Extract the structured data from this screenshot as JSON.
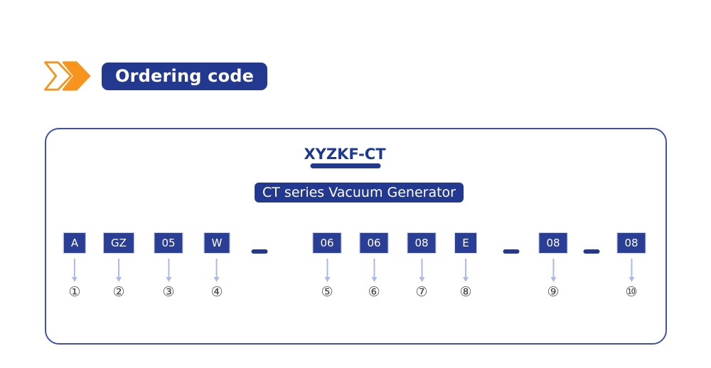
{
  "section_header": {
    "label": "Ordering code",
    "icon": "double-chevron-right",
    "accent_orange": "#F7941D",
    "badge_navy": "#23398F"
  },
  "panel": {
    "model_code": "XYZKF-CT",
    "series_badge": "CT series Vacuum Generator",
    "code_items": [
      {
        "type": "box",
        "label": "A",
        "position_number": "①"
      },
      {
        "type": "box",
        "label": "GZ",
        "position_number": "②"
      },
      {
        "type": "box",
        "label": "05",
        "position_number": "③"
      },
      {
        "type": "box",
        "label": "W",
        "position_number": "④"
      },
      {
        "type": "dash",
        "label": "-"
      },
      {
        "type": "box",
        "label": "06",
        "position_number": "⑤"
      },
      {
        "type": "box",
        "label": "06",
        "position_number": "⑥"
      },
      {
        "type": "box",
        "label": "08",
        "position_number": "⑦"
      },
      {
        "type": "box",
        "label": "E",
        "position_number": "⑧"
      },
      {
        "type": "dash",
        "label": "-"
      },
      {
        "type": "box",
        "label": "08",
        "position_number": "⑨"
      },
      {
        "type": "dash",
        "label": "-"
      },
      {
        "type": "box",
        "label": "08",
        "position_number": "⑩"
      }
    ],
    "colors": {
      "box_fill": "#2A3E96",
      "box_border": "#C9D1E9",
      "panel_border": "#4052A5",
      "arrow": "#AEBAE6",
      "circle_number_text": "#474747"
    }
  }
}
